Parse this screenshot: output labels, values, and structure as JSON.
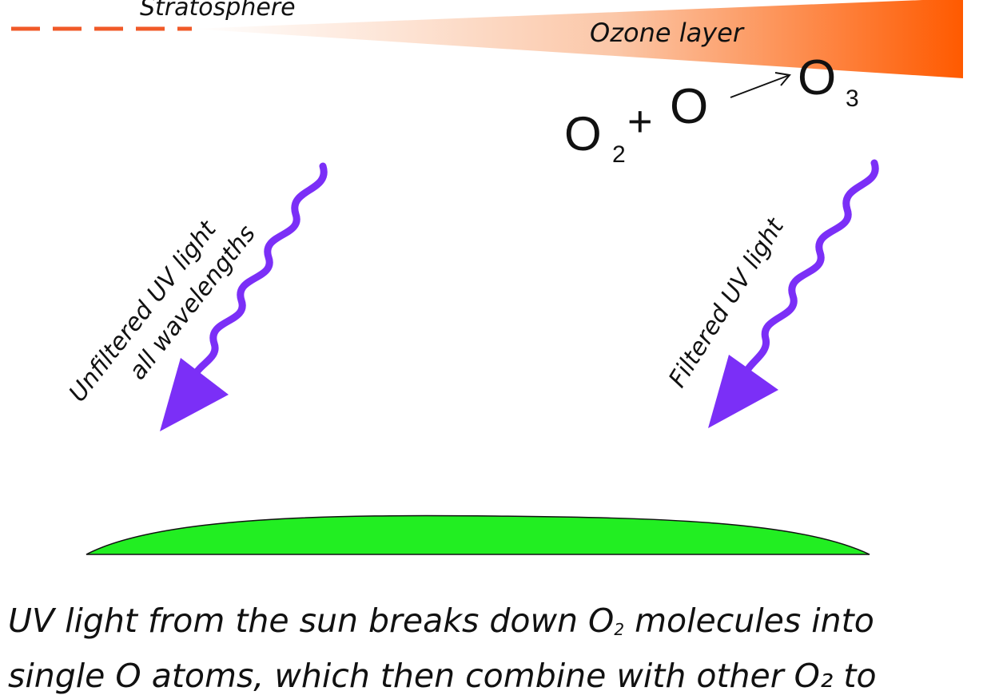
{
  "labels": {
    "stratosphere": "Stratosphere",
    "ozone_layer": "Ozone layer",
    "unfiltered_line1": "Unfiltered UV light",
    "unfiltered_line2": "all wavelengths",
    "filtered": "Filtered UV light"
  },
  "reaction": {
    "o2": "O",
    "o2_sub": "2",
    "plus": "+",
    "o": "O",
    "o3": "O",
    "o3_sub": "3"
  },
  "caption": {
    "line1_before": "UV light from the sun breaks down O",
    "line1_sub": "2",
    "line1_after": " molecules into",
    "line2": "single O atoms, which then combine with other O₂ to"
  },
  "colors": {
    "stratosphere_dash": "#f05a28",
    "ozone_gradient_start": "#ffffff",
    "ozone_gradient_end": "#ff5a00",
    "uv_arrow": "#7b2ff7",
    "ground": "#22ee22",
    "text": "#111111"
  },
  "icons": {
    "uv_arrow": "wavy-arrow-icon",
    "reaction_arrow": "arrow-right-icon"
  }
}
